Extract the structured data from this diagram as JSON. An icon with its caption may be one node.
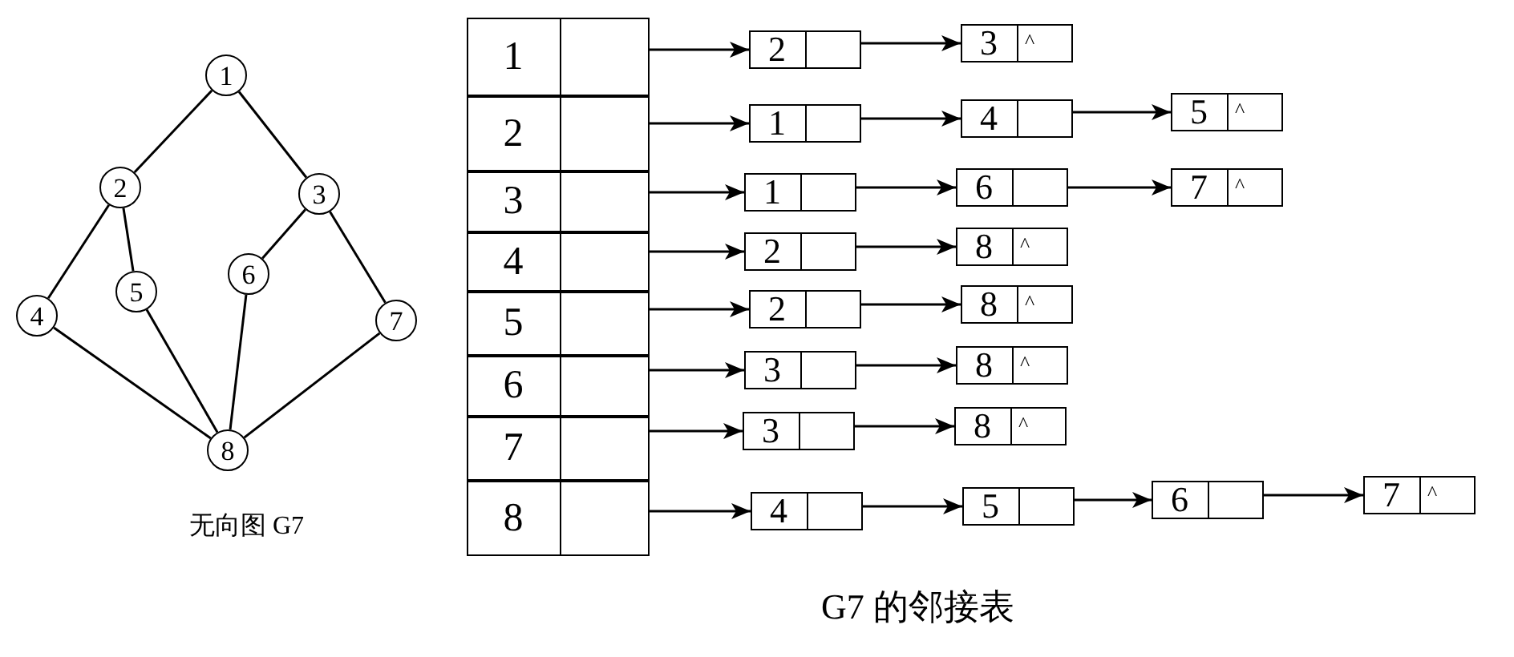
{
  "diagram": {
    "nodes": [
      {
        "text": [
          "1"
        ]
      },
      {
        "text": [
          "2"
        ]
      },
      {
        "text": [
          "3"
        ]
      },
      {
        "text": [
          "4"
        ]
      },
      {
        "text": [
          "5"
        ]
      },
      {
        "text": [
          "6"
        ]
      },
      {
        "text": [
          "7"
        ]
      },
      {
        "text": [
          "8"
        ]
      },
      {
        "text": [
          "1"
        ]
      },
      {
        "text": [
          "2"
        ]
      },
      {
        "text": [
          "3"
        ]
      },
      {
        "text": [
          "4"
        ]
      },
      {
        "text": [
          "5"
        ]
      },
      {
        "text": [
          "6"
        ]
      },
      {
        "text": [
          "7"
        ]
      },
      {
        "text": [
          "8"
        ]
      },
      {
        "text": [
          "2"
        ]
      },
      {
        "text": [
          "3",
          "^"
        ]
      },
      {
        "text": [
          "1"
        ]
      },
      {
        "text": [
          "4"
        ]
      },
      {
        "text": [
          "5",
          "^"
        ]
      },
      {
        "text": [
          "1"
        ]
      },
      {
        "text": [
          "6"
        ]
      },
      {
        "text": [
          "7",
          "^"
        ]
      },
      {
        "text": [
          "2"
        ]
      },
      {
        "text": [
          "8",
          "^"
        ]
      },
      {
        "text": [
          "2"
        ]
      },
      {
        "text": [
          "8",
          "^"
        ]
      },
      {
        "text": [
          "3"
        ]
      },
      {
        "text": [
          "8",
          "^"
        ]
      },
      {
        "text": [
          "3"
        ]
      },
      {
        "text": [
          "8",
          "^"
        ]
      },
      {
        "text": [
          "4"
        ]
      },
      {
        "text": [
          "5"
        ]
      },
      {
        "text": [
          "6"
        ]
      },
      {
        "text": [
          "7",
          "^"
        ]
      }
    ],
    "edges": [
      {
        "from": 0,
        "to": 1,
        "arrow": "none"
      },
      {
        "from": 0,
        "to": 2,
        "arrow": "none"
      },
      {
        "from": 1,
        "to": 3,
        "arrow": "none"
      },
      {
        "from": 1,
        "to": 4,
        "arrow": "none"
      },
      {
        "from": 2,
        "to": 5,
        "arrow": "none"
      },
      {
        "from": 2,
        "to": 6,
        "arrow": "none"
      },
      {
        "from": 3,
        "to": 7,
        "arrow": "none"
      },
      {
        "from": 4,
        "to": 7,
        "arrow": "none"
      },
      {
        "from": 5,
        "to": 7,
        "arrow": "none"
      },
      {
        "from": 6,
        "to": 7,
        "arrow": "none"
      },
      {
        "from": 8,
        "to": 16,
        "arrow": "to"
      },
      {
        "from": 16,
        "to": 17,
        "arrow": "to"
      },
      {
        "from": 9,
        "to": 18,
        "arrow": "to"
      },
      {
        "from": 18,
        "to": 19,
        "arrow": "to"
      },
      {
        "from": 19,
        "to": 20,
        "arrow": "to"
      },
      {
        "from": 10,
        "to": 21,
        "arrow": "to"
      },
      {
        "from": 21,
        "to": 22,
        "arrow": "to"
      },
      {
        "from": 22,
        "to": 23,
        "arrow": "to"
      },
      {
        "from": 11,
        "to": 24,
        "arrow": "to"
      },
      {
        "from": 24,
        "to": 25,
        "arrow": "to"
      },
      {
        "from": 12,
        "to": 26,
        "arrow": "to"
      },
      {
        "from": 26,
        "to": 27,
        "arrow": "to"
      },
      {
        "from": 13,
        "to": 28,
        "arrow": "to"
      },
      {
        "from": 28,
        "to": 29,
        "arrow": "to"
      },
      {
        "from": 14,
        "to": 30,
        "arrow": "to"
      },
      {
        "from": 30,
        "to": 31,
        "arrow": "to"
      },
      {
        "from": 15,
        "to": 32,
        "arrow": "to"
      },
      {
        "from": 32,
        "to": 33,
        "arrow": "to"
      },
      {
        "from": 33,
        "to": 34,
        "arrow": "to"
      },
      {
        "from": 34,
        "to": 35,
        "arrow": "to"
      }
    ],
    "labels": [
      "无向图 G7",
      "G7 的邻接表"
    ]
  }
}
